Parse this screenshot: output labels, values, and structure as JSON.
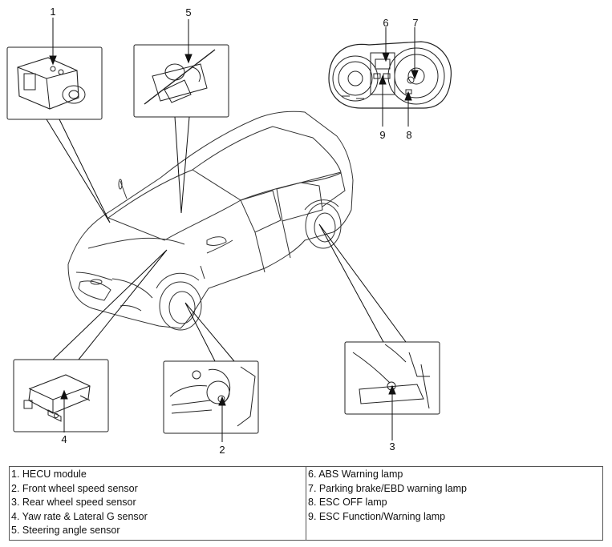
{
  "callouts": [
    "1",
    "2",
    "3",
    "4",
    "5",
    "6",
    "7",
    "8",
    "9"
  ],
  "legend": {
    "left": [
      "1. HECU module",
      "2. Front wheel speed sensor",
      "3. Rear wheel speed sensor",
      "4. Yaw rate & Lateral G sensor",
      "5. Steering angle sensor"
    ],
    "right": [
      "6. ABS Warning lamp",
      "7. Parking brake/EBD warning lamp",
      "8. ESC OFF lamp",
      "9. ESC Function/Warning lamp"
    ]
  }
}
